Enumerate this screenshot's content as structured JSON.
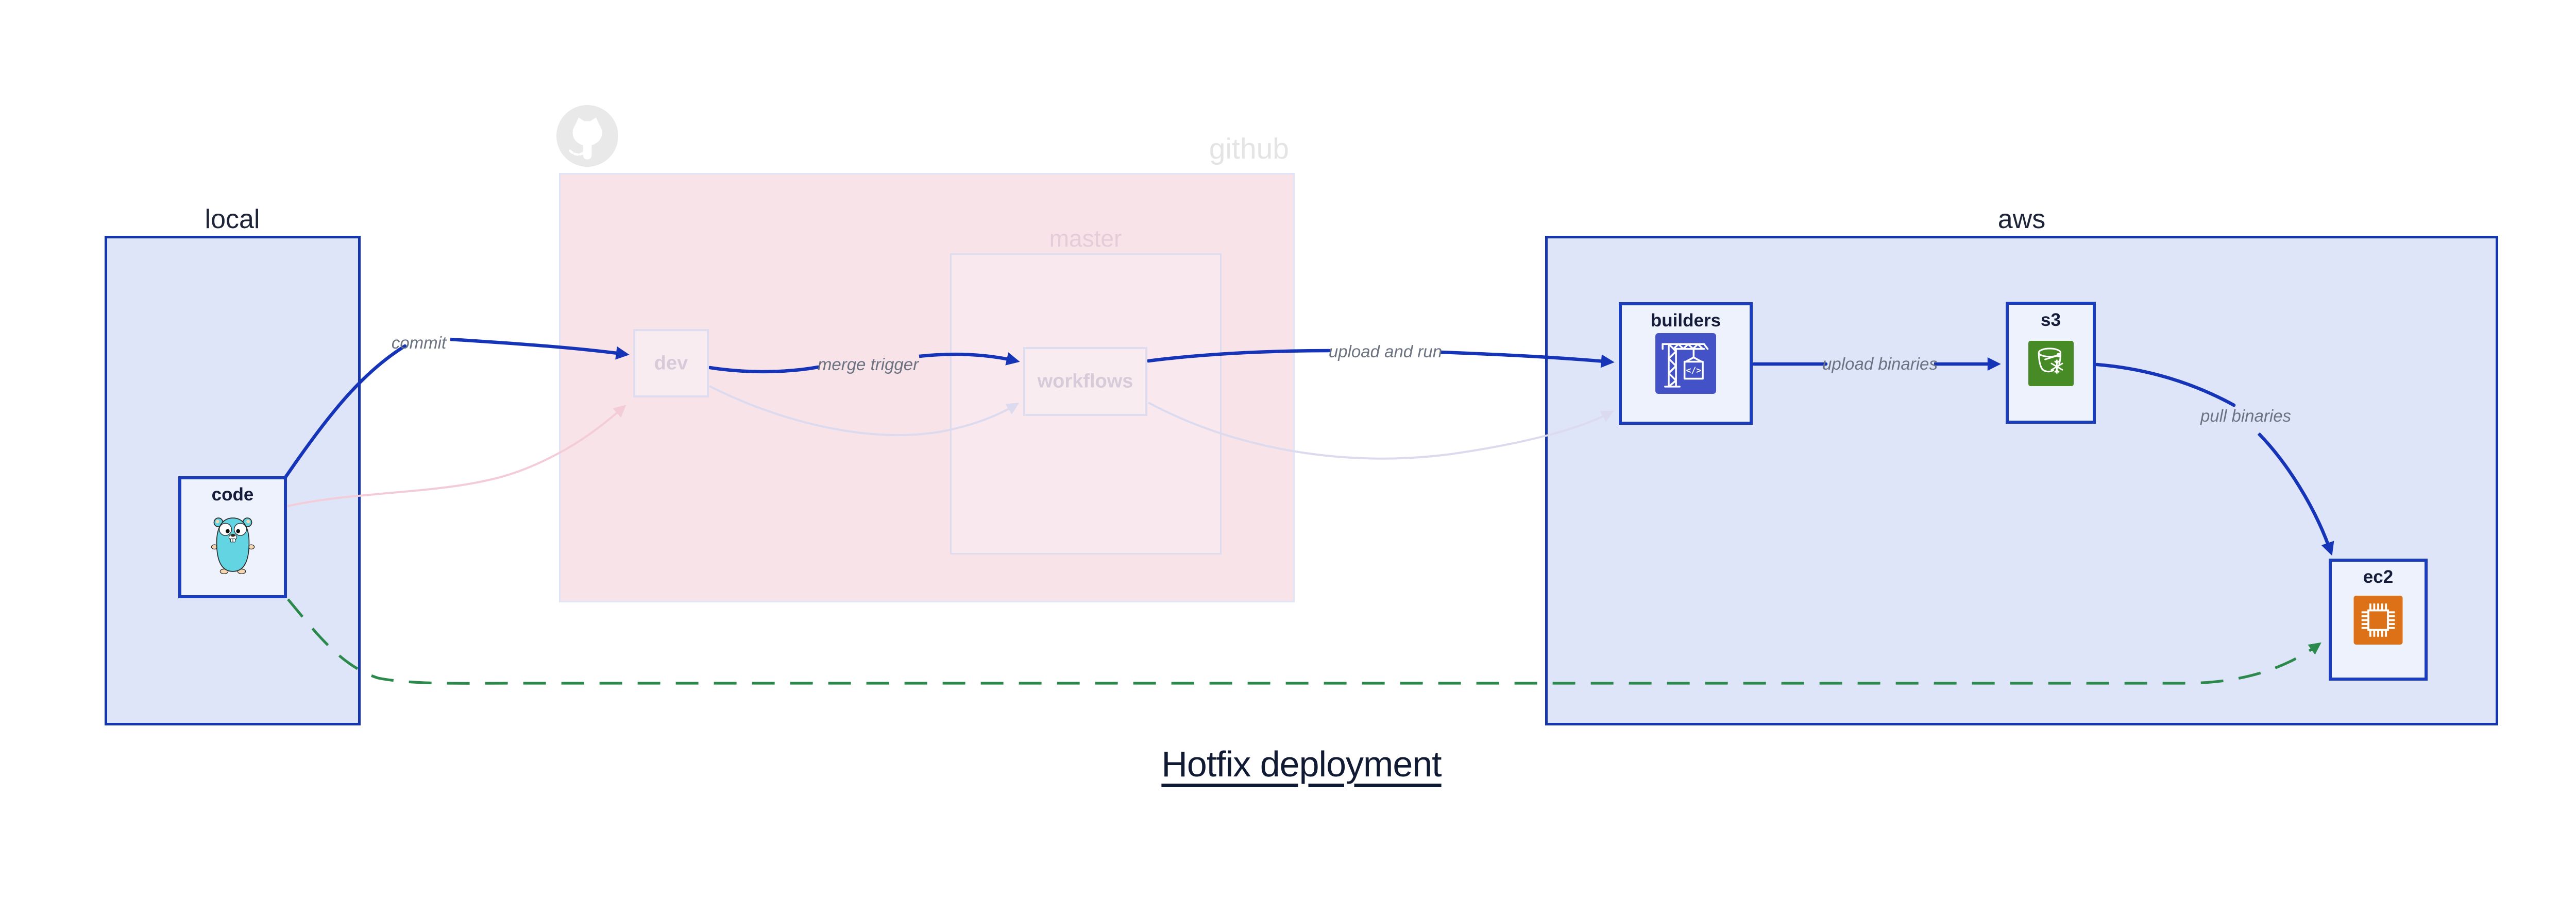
{
  "title": {
    "text": "Hotfix deployment"
  },
  "regions": {
    "local": {
      "label": "local"
    },
    "github": {
      "label": "github",
      "master": {
        "label": "master"
      }
    },
    "aws": {
      "label": "aws"
    }
  },
  "nodes": {
    "code": {
      "label": "code",
      "icon": "go-gopher"
    },
    "dev": {
      "label": "dev",
      "state": "faded"
    },
    "workflows": {
      "label": "workflows",
      "state": "faded"
    },
    "builders": {
      "label": "builders",
      "icon": "aws-codebuild",
      "glyph": "</>"
    },
    "s3": {
      "label": "s3",
      "icon": "aws-s3-glacier"
    },
    "ec2": {
      "label": "ec2",
      "icon": "aws-ec2"
    }
  },
  "edges": {
    "commit": {
      "label": "commit",
      "from": "code",
      "to": "dev",
      "style": "solid-blue"
    },
    "merge_trigger": {
      "label": "merge trigger",
      "from": "dev",
      "to": "workflows",
      "style": "solid-blue"
    },
    "upload_and_run": {
      "label": "upload and run",
      "from": "workflows",
      "to": "builders",
      "style": "solid-blue"
    },
    "upload_binaries": {
      "label": "upload binaries",
      "from": "builders",
      "to": "s3",
      "style": "solid-blue"
    },
    "pull_binaries": {
      "label": "pull binaries",
      "from": "s3",
      "to": "ec2",
      "style": "solid-blue"
    },
    "hotfix": {
      "label": "",
      "from": "code",
      "to": "ec2",
      "style": "dashed-green"
    },
    "old_commit": {
      "label": "",
      "from": "code",
      "to": "dev",
      "style": "faded-pink"
    },
    "old_merge": {
      "label": "",
      "from": "dev",
      "to": "workflows",
      "style": "faded-lavender"
    },
    "old_upload": {
      "label": "",
      "from": "workflows",
      "to": "builders",
      "style": "faded-lavender"
    }
  },
  "colors": {
    "edge_blue": "#1634b8",
    "edge_green": "#2b8a4b",
    "edge_faded_pink": "#f3ccd8",
    "edge_faded_lavender": "#dcdaee",
    "region_blue_fill": "#dee5f9",
    "region_blue_border": "#1536ad",
    "github_fill": "#f8e3e9",
    "node_fill": "#eef2fc",
    "node_border": "#1b3dbb",
    "faded_text": "#d8cbd9",
    "label_gray": "#6b7280",
    "codebuild_purple": "#4452c7",
    "s3_green": "#478b27",
    "ec2_orange": "#dc7117",
    "gopher_teal": "#63d5e2",
    "octocat_gray": "#e9e9e9"
  }
}
